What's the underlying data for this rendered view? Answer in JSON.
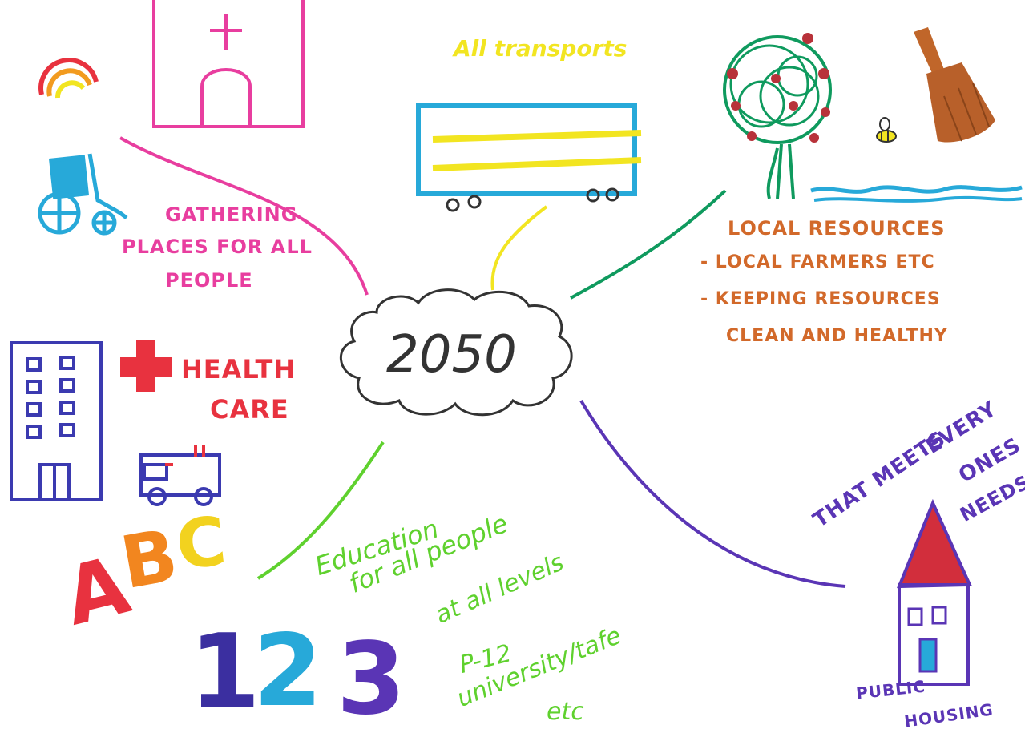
{
  "center": {
    "label": "2050"
  },
  "transport": {
    "label": "All transports"
  },
  "gathering": {
    "line1": "GATHERING",
    "line2": "PLACES FOR ALL",
    "line3": "PEOPLE"
  },
  "health": {
    "line1": "HEALTH",
    "line2": "CARE"
  },
  "resources": {
    "line1": "LOCAL RESOURCES",
    "line2": "- LOCAL FARMERS ETC",
    "line3": "- KEEPING RESOURCES",
    "line4": "CLEAN AND HEALTHY"
  },
  "education": {
    "line1": "Education",
    "line2": "for all people",
    "line3": "at all levels",
    "line4": "P-12",
    "line5": "university/tafe",
    "line6": "etc"
  },
  "alphabet": {
    "a": "A",
    "b": "B",
    "c": "C"
  },
  "numbers": {
    "one": "1",
    "two": "2",
    "three": "3"
  },
  "housing": {
    "needs1": "THAT MEETS",
    "needs2": "EVERY",
    "needs3": "ONES",
    "needs4": "NEEDS",
    "label1": "PUBLIC",
    "label2": "HOUSING"
  },
  "colors": {
    "pink": "#e83e9f",
    "red": "#e8323f",
    "yellow": "#f2e521",
    "blue": "#27a9d9",
    "green": "#0f9a5e",
    "lightgreen": "#5fd12e",
    "orange": "#d2692a",
    "purple": "#5a35b5",
    "navy": "#3b3ab0"
  }
}
